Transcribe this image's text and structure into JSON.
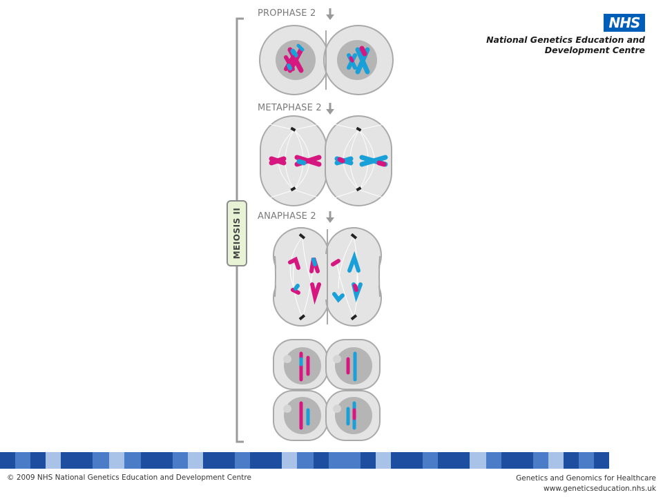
{
  "stages": [
    {
      "label": "PROPHASE 2"
    },
    {
      "label": "METAPHASE 2"
    },
    {
      "label": "ANAPHASE 2"
    }
  ],
  "section_label": "MEIOSIS II",
  "logo": {
    "badge": "NHS",
    "line1": "National Genetics Education and",
    "line2": "Development Centre"
  },
  "footer": {
    "copyright": "© 2009 NHS National Genetics Education and Development Centre",
    "program": "Genetics and Genomics for Healthcare",
    "url": "www.geneticseducation.nhs.uk"
  },
  "colors": {
    "magenta": "#d6177f",
    "blue": "#1aa0d8",
    "cell_fill": "#e3e3e3",
    "cell_stroke": "#a9a9a9",
    "nucleus": "#b5b5b5",
    "dark_blue": "#1e4ea0",
    "mid_blue": "#4a7cc7",
    "light_blue": "#a9c3e8"
  },
  "icons": [
    "arrow-down-icon",
    "nhs-logo",
    "centrosome-icon"
  ]
}
